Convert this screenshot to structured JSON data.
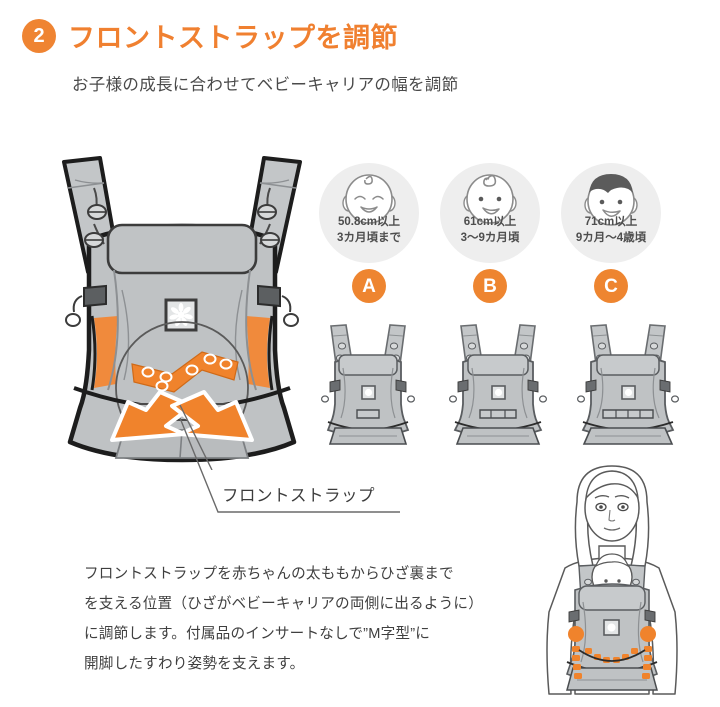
{
  "header": {
    "step_number": "2",
    "title": "フロントストラップを調節",
    "subtitle": "お子様の成長に合わせてベビーキャリアの幅を調節"
  },
  "colors": {
    "accent_orange": "#ef8432",
    "title_orange": "#f08030",
    "disc_gray": "#eeeeee",
    "carrier_gray": "#b9bcbe",
    "line_dark": "#3a3a3a",
    "text_gray": "#444444",
    "background": "#ffffff"
  },
  "age_groups": [
    {
      "letter": "A",
      "size_line": "50.8cm以上",
      "age_line": "3カ月頃まで",
      "face_icon": "baby-face-smiling-closed-eyes-icon",
      "hair": "none"
    },
    {
      "letter": "B",
      "size_line": "61cm以上",
      "age_line": "3〜9カ月頃",
      "face_icon": "baby-face-curl-icon",
      "hair": "curl"
    },
    {
      "letter": "C",
      "size_line": "71cm以上",
      "age_line": "9カ月〜4歳頃",
      "face_icon": "child-face-dark-hair-icon",
      "hair": "dark"
    }
  ],
  "callout": {
    "label": "フロントストラップ"
  },
  "body_copy": {
    "lines": [
      "フロントストラップを赤ちゃんの太ももからひざ裏まで",
      "を支える位置（ひざがベビーキャリアの両側に出るように）",
      "に調節します。付属品のインサートなしで”M字型”に",
      "開脚したすわり姿勢を支えます。"
    ]
  },
  "illustrations": {
    "main_carrier": "baby-carrier-front-view-illustration",
    "mini_carriers": [
      "baby-carrier-width-setting-a",
      "baby-carrier-width-setting-b",
      "baby-carrier-width-setting-c"
    ],
    "woman": "woman-wearing-carrier-illustration"
  }
}
